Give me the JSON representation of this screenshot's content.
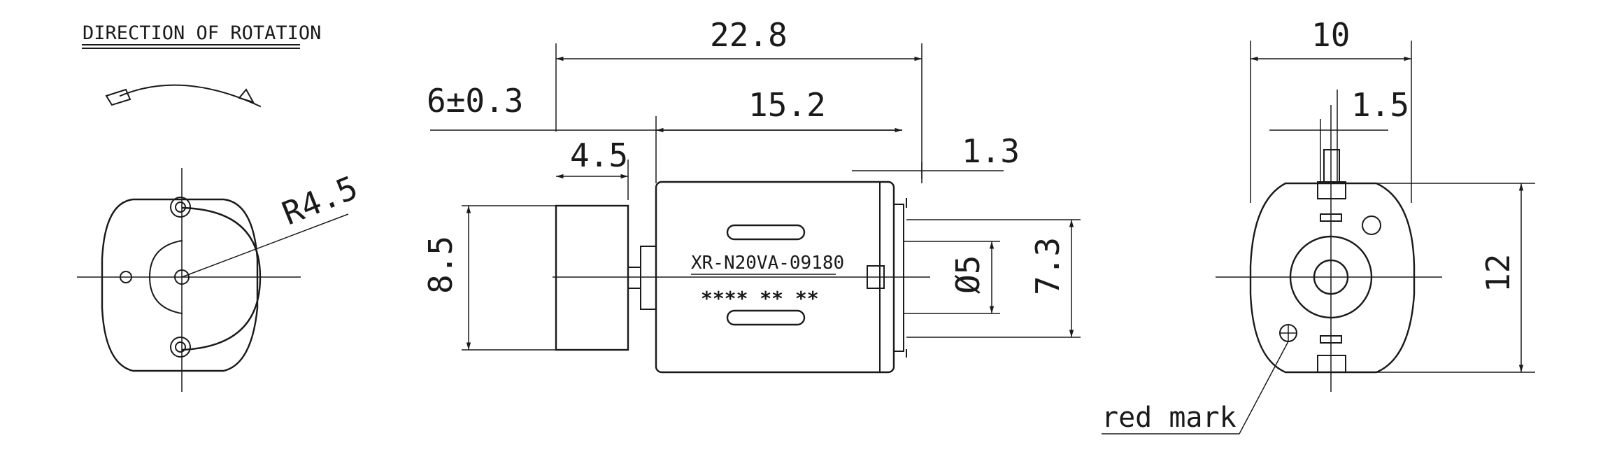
{
  "rotation": {
    "title": "DIRECTION OF ROTATION"
  },
  "left_view": {
    "radius_label": "R4.5"
  },
  "side_view": {
    "overall_length": "22.8",
    "body_length": "15.2",
    "shaft_tolerance": "6±0.3",
    "weight_width": "4.5",
    "end_cap": "1.3",
    "weight_height": "8.5",
    "boss_diameter": "Ø5",
    "terminal_span": "7.3",
    "model": "XR-N20VA-09180",
    "code": "****  **  **"
  },
  "end_view": {
    "width": "10",
    "terminal": "1.5",
    "height": "12",
    "red_mark_label": "red mark"
  },
  "colors": {
    "line": "#1a1a1a",
    "background": "#ffffff"
  }
}
